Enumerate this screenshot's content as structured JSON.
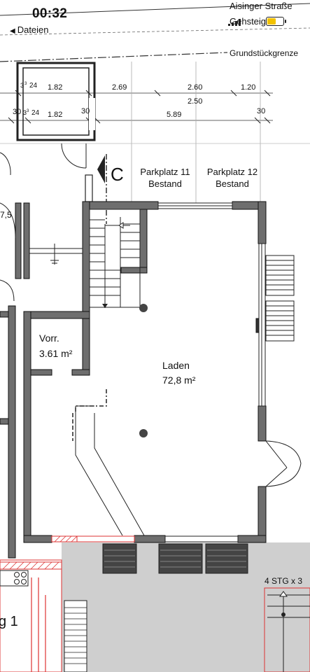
{
  "status_bar": {
    "time": "00:32",
    "back_label": "Dateien"
  },
  "plan": {
    "street_label": "Aisinger Straße",
    "sidewalk_label": "Gehsteig",
    "boundary_label": "Grundstückgrenze",
    "dims_top": [
      "3",
      "3",
      "24",
      "1.82",
      "2.69",
      "2.60",
      "1.20",
      "2.50"
    ],
    "dims_second": [
      "30",
      "3",
      "3",
      "24",
      "1.82",
      "30",
      "5.89",
      "30"
    ],
    "section_mark": "C",
    "parking_11": {
      "line1": "Parkplatz 11",
      "line2": "Bestand"
    },
    "parking_12": {
      "line1": "Parkplatz 12",
      "line2": "Bestand"
    },
    "left_cut_label": "7,5",
    "storage": {
      "name": "Vorr.",
      "area": "3.61 m²"
    },
    "shop": {
      "name": "Laden",
      "area": "72,8 m²"
    },
    "stair_label": "4 STG x 3",
    "left_room_label": "g 1"
  }
}
